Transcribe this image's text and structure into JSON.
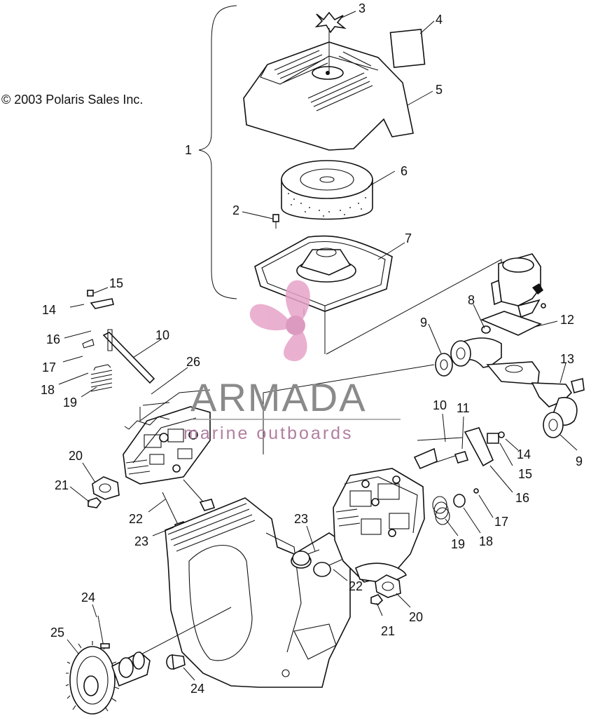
{
  "copyright": "© 2003 Polaris Sales Inc.",
  "watermark": {
    "title": "ARMADA",
    "subtitle": "marine outboards",
    "logo_color": "#e7a3c8"
  },
  "callouts": {
    "c1": "1",
    "c2": "2",
    "c3": "3",
    "c4": "4",
    "c5": "5",
    "c6": "6",
    "c7": "7",
    "c8": "8",
    "c9a": "9",
    "c9b": "9",
    "c10a": "10",
    "c10b": "10",
    "c11": "11",
    "c12": "12",
    "c13": "13",
    "c14a": "14",
    "c14b": "14",
    "c15a": "15",
    "c15b": "15",
    "c16a": "16",
    "c16b": "16",
    "c17a": "17",
    "c17b": "17",
    "c18a": "18",
    "c18b": "18",
    "c19a": "19",
    "c19b": "19",
    "c20a": "20",
    "c20b": "20",
    "c21a": "21",
    "c21b": "21",
    "c22a": "22",
    "c22b": "22",
    "c23a": "23",
    "c23b": "23",
    "c24a": "24",
    "c24b": "24",
    "c25": "25",
    "c26": "26"
  }
}
